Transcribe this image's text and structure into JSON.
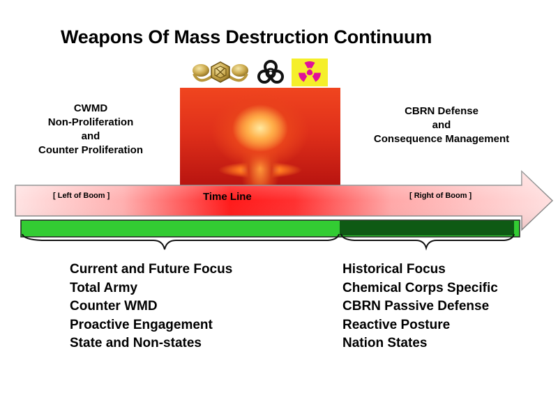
{
  "title": "Weapons Of Mass Destruction Continuum",
  "icons": [
    "chemical-corps-insignia-icon",
    "biohazard-icon",
    "radiation-icon"
  ],
  "colors": {
    "arrow_light": "#ffe3e3",
    "arrow_red": "#ff0000",
    "bar_green": "#33cc33",
    "bar_dark_green": "#0e5a14",
    "radiation_yellow": "#f5ef2a",
    "radiation_magenta": "#e0109a"
  },
  "left_heading": [
    "CWMD",
    "Non-Proliferation",
    "and",
    "Counter Proliferation"
  ],
  "right_heading": [
    "CBRN Defense",
    "and",
    "Consequence Management"
  ],
  "timeline": {
    "label": "Time Line",
    "left_marker": "[ Left of Boom ]",
    "right_marker": "[ Right of Boom ]"
  },
  "left_focus": [
    "Current and Future Focus",
    "Total Army",
    "Counter WMD",
    "Proactive Engagement",
    "State and Non-states"
  ],
  "right_focus": [
    "Historical Focus",
    "Chemical Corps Specific",
    "CBRN Passive Defense",
    "Reactive Posture",
    "Nation States"
  ]
}
